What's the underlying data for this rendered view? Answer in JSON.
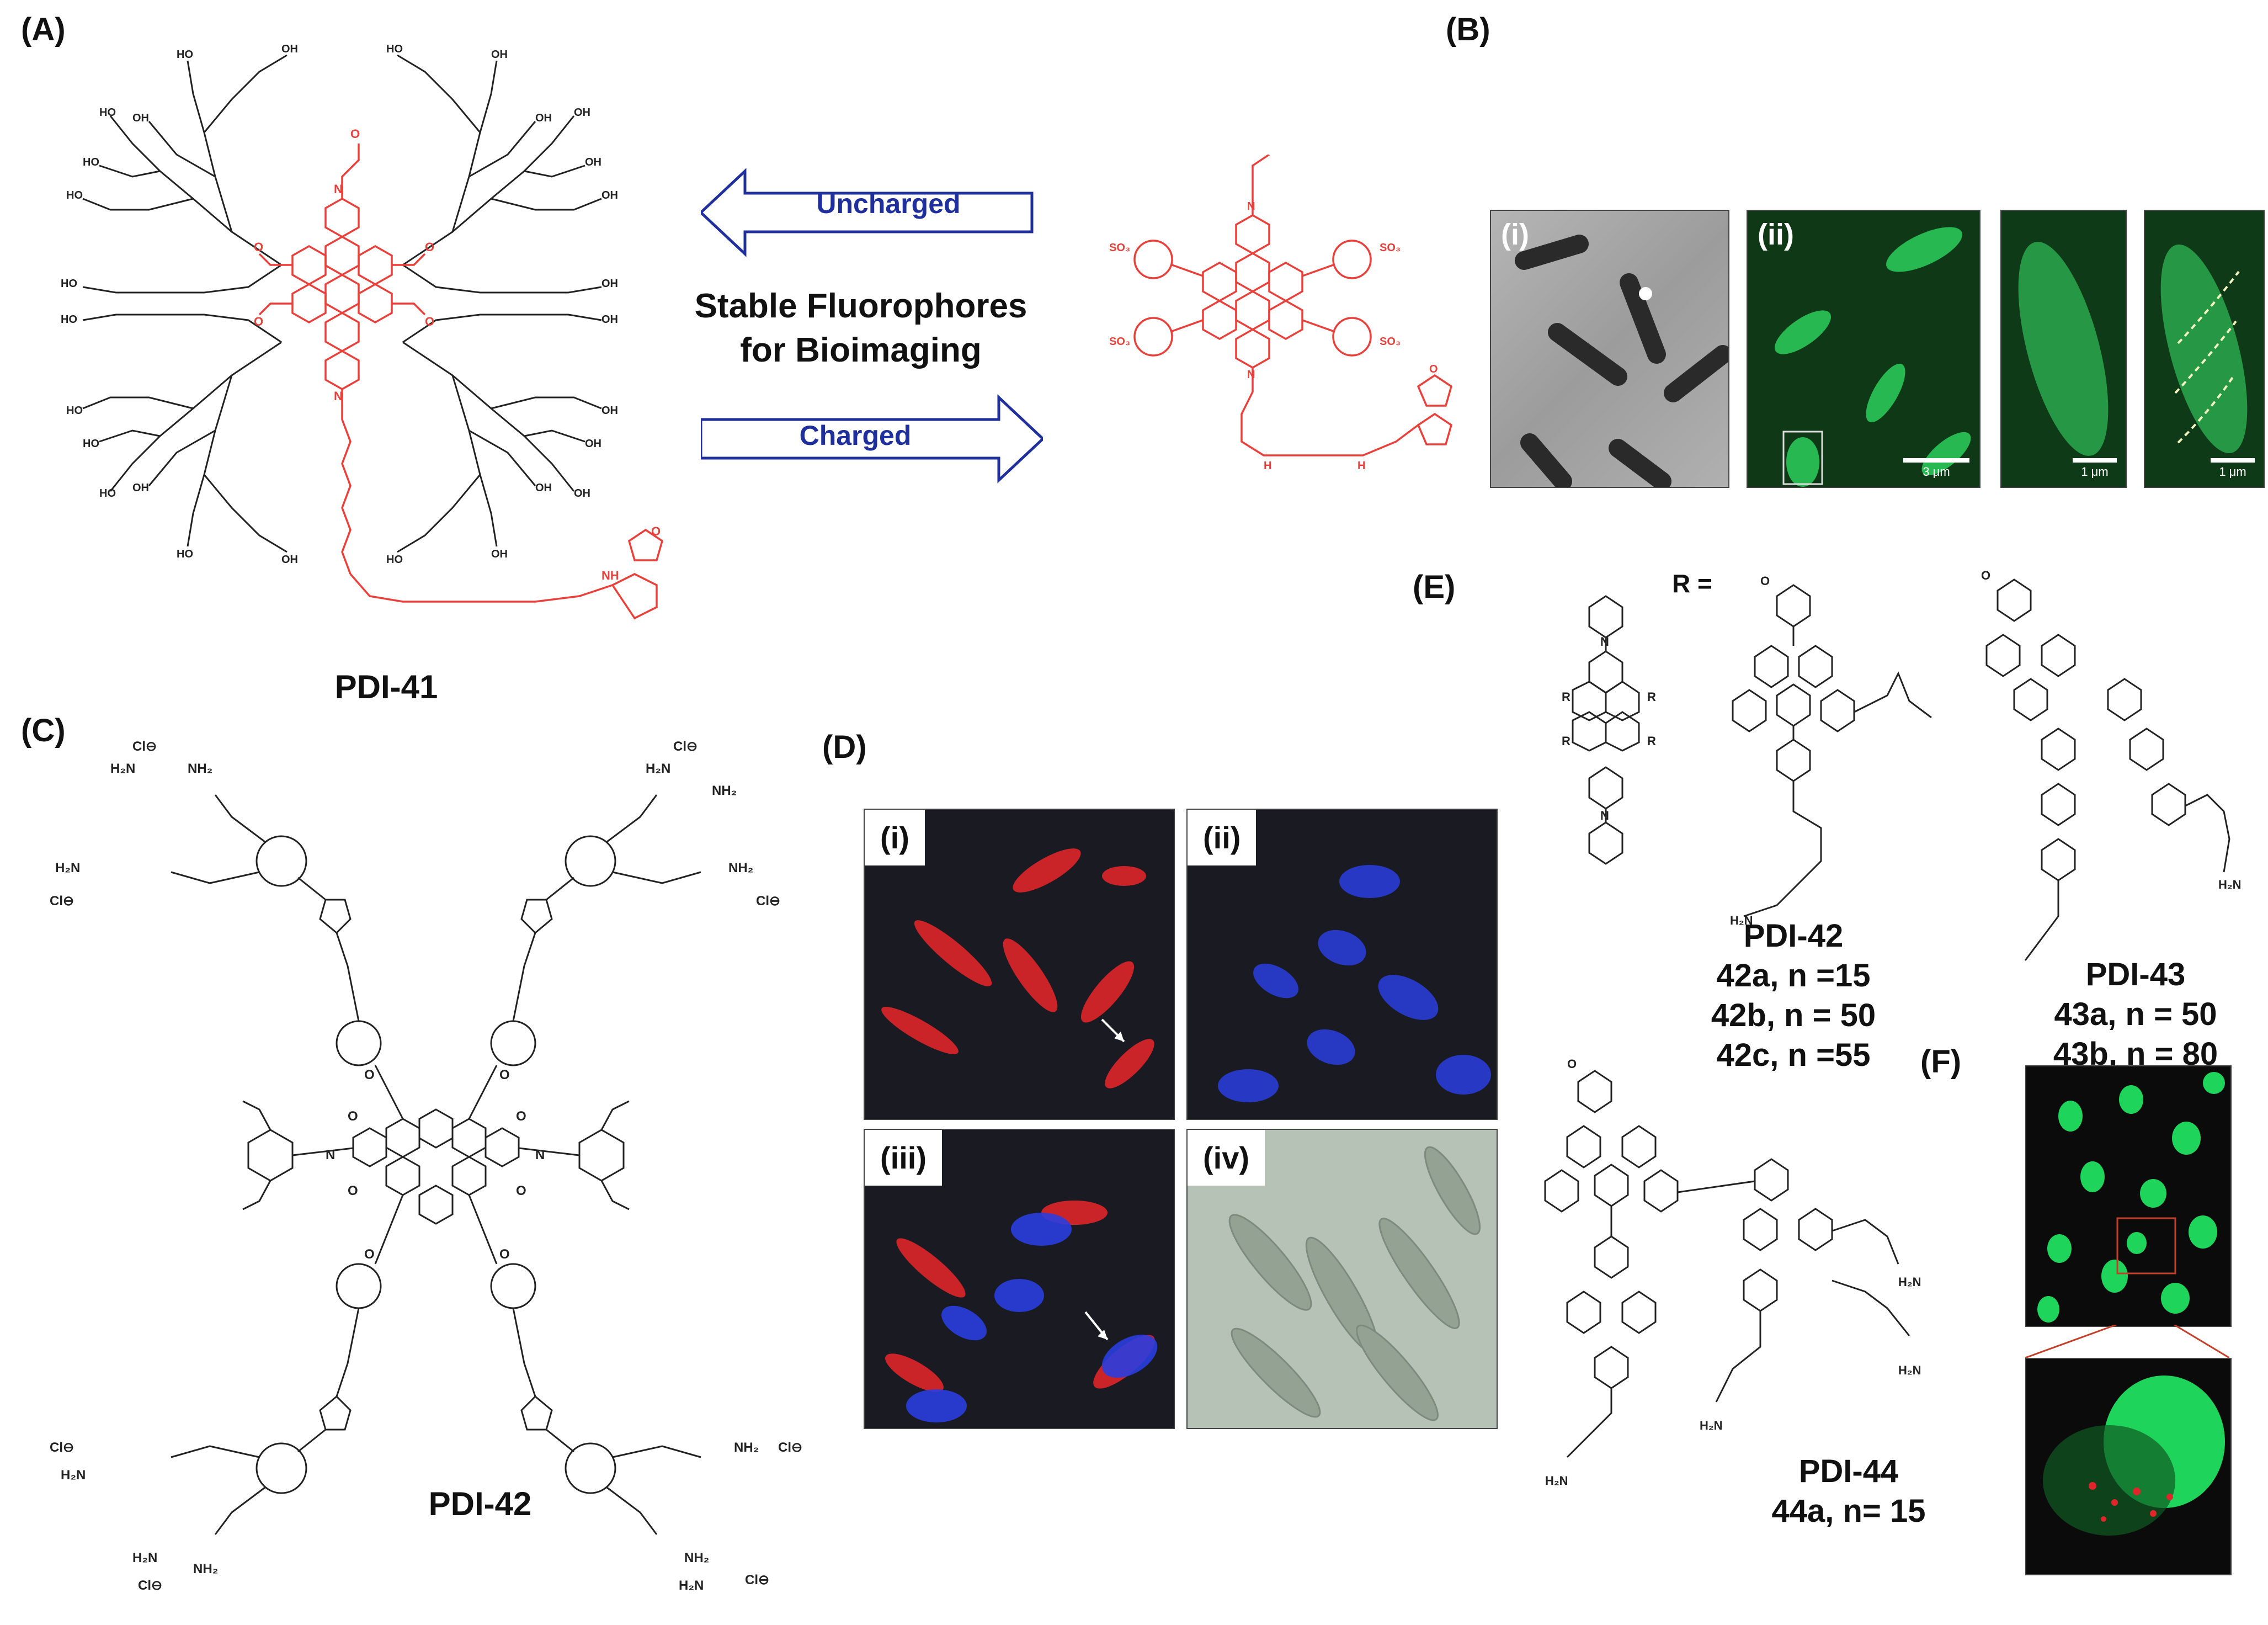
{
  "panels": {
    "A": "(A)",
    "B": "(B)",
    "C": "(C)",
    "D": "(D)",
    "E": "(E)",
    "F": "(F)"
  },
  "compound_A": "PDI-41",
  "compound_C": "PDI-42",
  "center": {
    "uncharged": "Uncharged",
    "charged": "Charged",
    "title_line1": "Stable Fluorophores",
    "title_line2": "for Bioimaging"
  },
  "panelB": {
    "sub_i": "(i)",
    "sub_ii": "(ii)",
    "scale1": "3 μm",
    "scale2": "1 μm",
    "scale3": "1 μm"
  },
  "panelD": {
    "sub_i": "(i)",
    "sub_ii": "(ii)",
    "sub_iii": "(iii)",
    "sub_iv": "(iv)"
  },
  "panelE": {
    "r_label": "R =",
    "pdi42": {
      "name": "PDI-42",
      "a": "42a, n =15",
      "b": "42b, n = 50",
      "c": "42c, n =55"
    },
    "pdi43": {
      "name": "PDI-43",
      "a": "43a, n = 50",
      "b": "43b, n = 80"
    },
    "pdi44": {
      "name": "PDI-44",
      "a": "44a, n= 15"
    }
  },
  "colors": {
    "red_structure": "#e8403a",
    "arrow_blue": "#1f2f9c",
    "green_fluor": "#1fd45a",
    "nucleus_blue": "#2a3fe0",
    "micro_red": "#e0262a"
  }
}
